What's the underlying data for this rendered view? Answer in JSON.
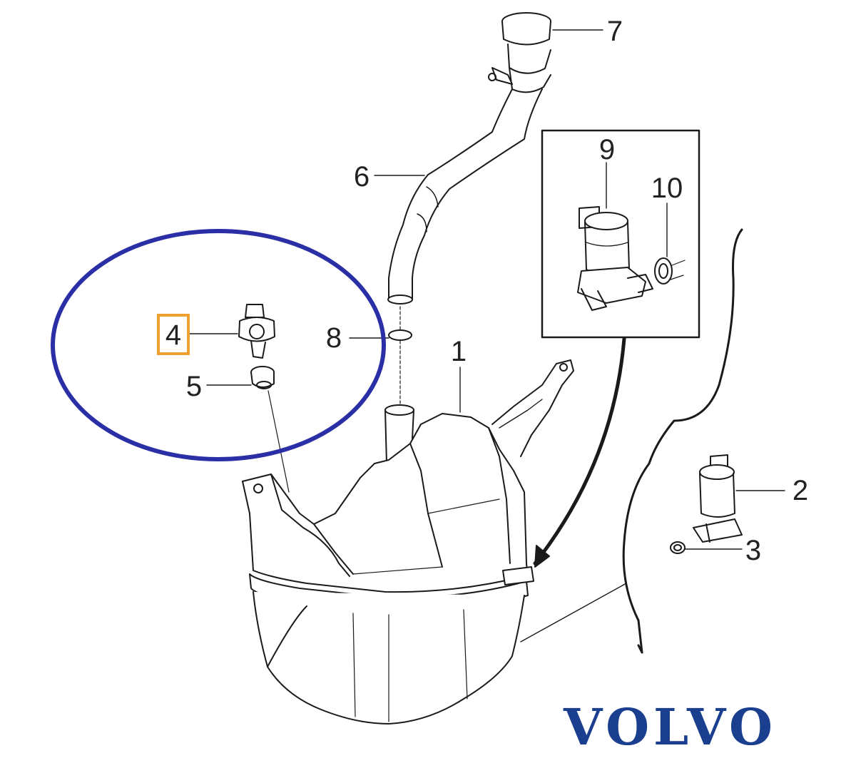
{
  "callouts": {
    "c1": "1",
    "c2": "2",
    "c3": "3",
    "c4": "4",
    "c5": "5",
    "c6": "6",
    "c7": "7",
    "c8": "8",
    "c9": "9",
    "c10": "10"
  },
  "brand": "VOLVO",
  "colors": {
    "line": "#1a1a1a",
    "highlight_ellipse": "#2b2fa6",
    "highlight_box": "#f0a030",
    "brand": "#1b3f8f"
  }
}
